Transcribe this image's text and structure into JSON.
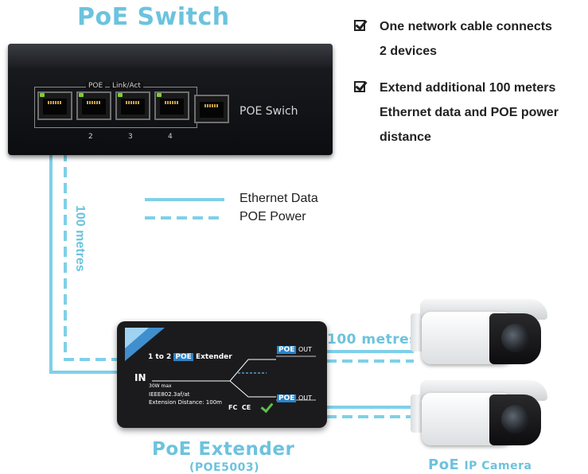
{
  "heading": {
    "title": "PoE Switch",
    "color": "#6cc3dd"
  },
  "features": [
    {
      "line1": "One network cable connects",
      "line2": "2 devices"
    },
    {
      "line1": "Extend additional 100 meters",
      "line2": "Ethernet data and POE power",
      "line3": "distance"
    }
  ],
  "switch": {
    "poe_label": "POE",
    "link_label": "Link/Act",
    "port_numbers": [
      "2",
      "3",
      "4"
    ],
    "name": "POE Swich"
  },
  "legend": {
    "ethernet_data": "Ethernet Data",
    "poe_power": "POE Power"
  },
  "distances": {
    "vertical": "100 metres",
    "horizontal": "100 metres"
  },
  "extender": {
    "prefix": "1 to 2",
    "badge": "POE",
    "suffix": "Extender",
    "in_label": "IN",
    "out_badge": "POE",
    "out_label": "OUT",
    "power": "30W max",
    "standard": "IEEE802.3af/at",
    "distance_spec": "Extension Distance: 100m",
    "cert_marks": "FC  CE",
    "caption": "PoE Extender",
    "model": "(POE5003)"
  },
  "camera": {
    "caption_prefix": "PoE",
    "caption_suffix": "IP Camera"
  },
  "colors": {
    "cable": "#7fd0e8",
    "accent": "#6cc3dd",
    "poe_badge": "#2b83c6"
  }
}
